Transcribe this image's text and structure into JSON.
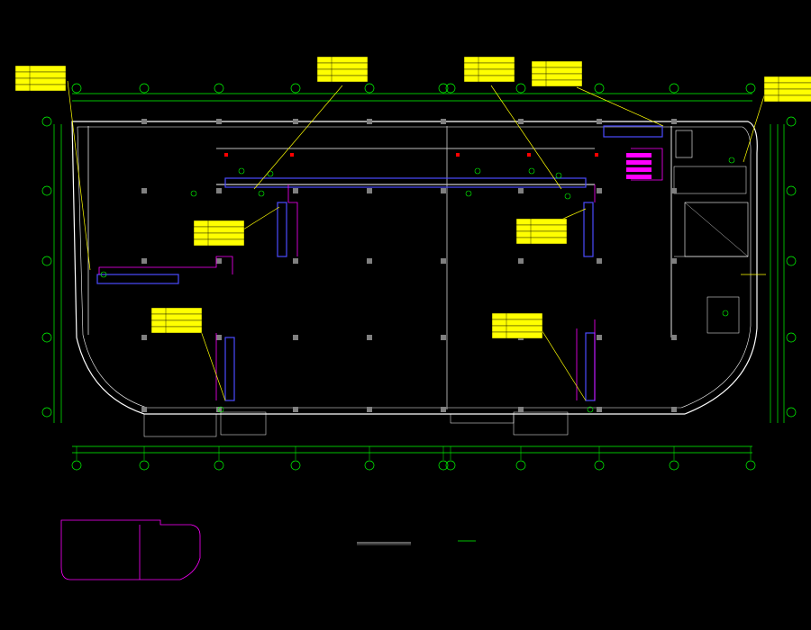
{
  "drawing": {
    "title": "",
    "scale_label": "",
    "colors": {
      "background": "#000000",
      "wall": "#ffffff",
      "column": "#808080",
      "dimension": "#00ff00",
      "equipment": "#ff00ff",
      "tag_fill": "#ffff00",
      "leader": "#ffff00",
      "duct": "#4b4bff",
      "refrigerant": "#ff00ff",
      "accent_red": "#ff0000"
    },
    "grid_axes_bottom": [
      "",
      "",
      "",
      "",
      "",
      "",
      "",
      "",
      "",
      "",
      "",
      ""
    ],
    "grid_axes_left": [
      "",
      "",
      "",
      "",
      "",
      "",
      ""
    ],
    "tags": [
      {
        "name": "tag-top-left",
        "rows": [
          "",
          "",
          "",
          ""
        ]
      },
      {
        "name": "tag-top-center-left",
        "rows": [
          "",
          "",
          "",
          ""
        ]
      },
      {
        "name": "tag-top-center-right",
        "rows": [
          "",
          "",
          "",
          ""
        ]
      },
      {
        "name": "tag-top-right",
        "rows": [
          "",
          "",
          "",
          ""
        ]
      },
      {
        "name": "tag-mid-left",
        "rows": [
          "",
          "",
          "",
          ""
        ]
      },
      {
        "name": "tag-mid-right",
        "rows": [
          "",
          "",
          "",
          ""
        ]
      },
      {
        "name": "tag-low-left",
        "rows": [
          "",
          "",
          "",
          ""
        ]
      },
      {
        "name": "tag-low-right",
        "rows": [
          "",
          "",
          "",
          ""
        ]
      },
      {
        "name": "tag-east-side",
        "rows": [
          "",
          "",
          "",
          ""
        ]
      }
    ],
    "key_plan": {
      "left_label": "",
      "right_label": ""
    }
  }
}
